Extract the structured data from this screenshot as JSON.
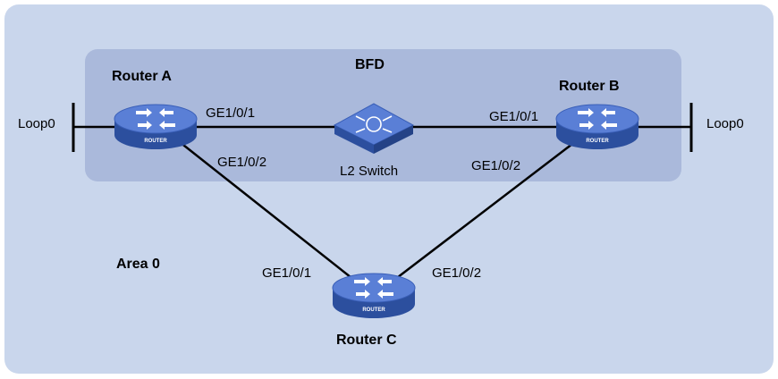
{
  "colors": {
    "area_fill": "#c9d6ec",
    "bfd_fill": "#aab9db",
    "router_top": "#5a7fd6",
    "router_side": "#2c4f9e",
    "link": "#000000"
  },
  "area": {
    "label": "Area 0"
  },
  "bfd": {
    "label": "BFD"
  },
  "devices": {
    "router_a": {
      "name": "Router A",
      "badge": "ROUTER",
      "icon": "router-icon"
    },
    "router_b": {
      "name": "Router B",
      "badge": "ROUTER",
      "icon": "router-icon"
    },
    "router_c": {
      "name": "Router C",
      "badge": "ROUTER",
      "icon": "router-icon"
    },
    "switch": {
      "name": "L2 Switch",
      "icon": "switch-icon"
    }
  },
  "interfaces": {
    "a_to_switch": "GE1/0/1",
    "a_to_c": "GE1/0/2",
    "b_to_switch": "GE1/0/1",
    "b_to_c": "GE1/0/2",
    "c_to_a": "GE1/0/1",
    "c_to_b": "GE1/0/2"
  },
  "loopbacks": {
    "a": "Loop0",
    "b": "Loop0"
  }
}
